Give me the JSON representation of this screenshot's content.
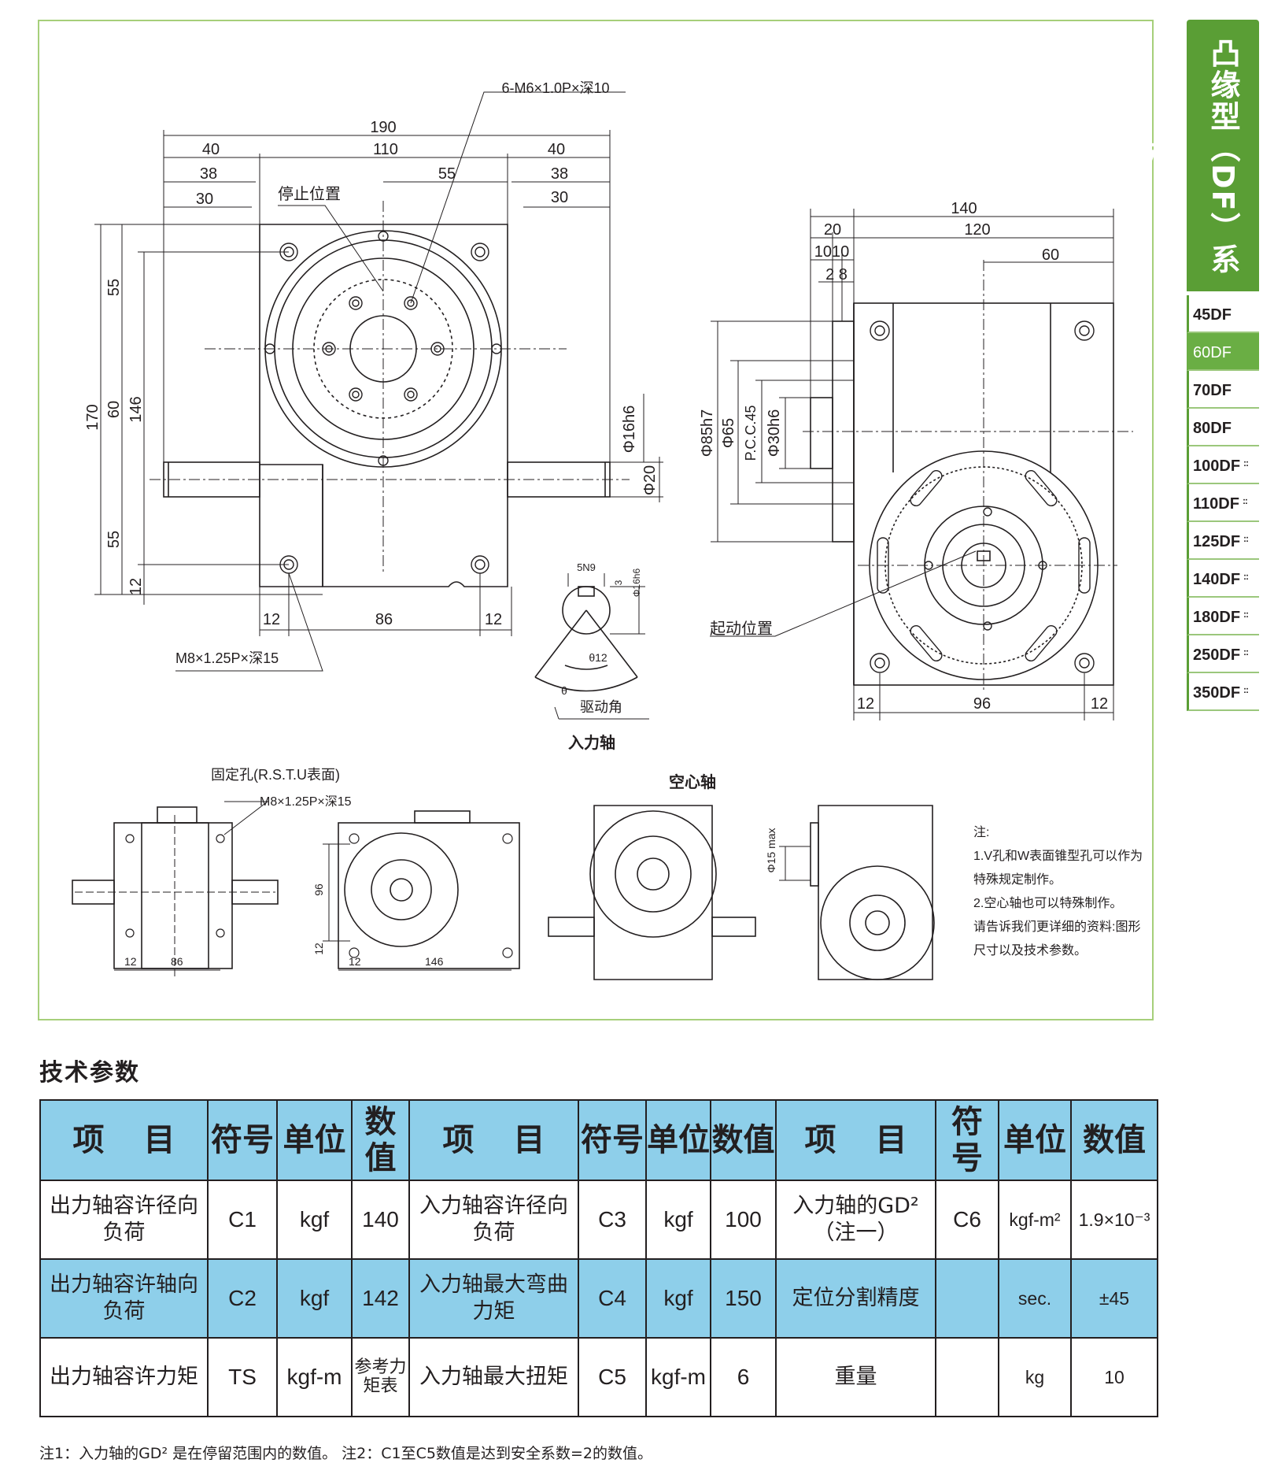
{
  "series": {
    "title": "凸缘型（DF）系列",
    "models": [
      {
        "label": "45DF",
        "active": false,
        "marked": false
      },
      {
        "label": "60DF",
        "active": true,
        "marked": false
      },
      {
        "label": "70DF",
        "active": false,
        "marked": false
      },
      {
        "label": "80DF",
        "active": false,
        "marked": false
      },
      {
        "label": "100DF",
        "active": false,
        "marked": true
      },
      {
        "label": "110DF",
        "active": false,
        "marked": true
      },
      {
        "label": "125DF",
        "active": false,
        "marked": true
      },
      {
        "label": "140DF",
        "active": false,
        "marked": true
      },
      {
        "label": "180DF",
        "active": false,
        "marked": true
      },
      {
        "label": "250DF",
        "active": false,
        "marked": true
      },
      {
        "label": "350DF",
        "active": false,
        "marked": true
      }
    ],
    "mark_glyph": "::"
  },
  "drawing": {
    "front": {
      "dims": [
        "190",
        "40",
        "110",
        "40",
        "38",
        "55",
        "38",
        "30",
        "30",
        "170",
        "55",
        "60",
        "146",
        "55",
        "12",
        "12",
        "86",
        "12",
        "Φ16h6",
        "Φ20"
      ],
      "tap_label": "6-M6×1.0P×深10",
      "stop_label": "停止位置",
      "bolt_label": "M8×1.25P×深15"
    },
    "side": {
      "dims": [
        "140",
        "20",
        "120",
        "10",
        "10",
        "2",
        "8",
        "60",
        "Φ85h7",
        "Φ65",
        "P.C.C.45",
        "Φ30h6",
        "12",
        "96",
        "12"
      ],
      "start_label": "起动位置"
    },
    "key": {
      "dims": [
        "5N9",
        "3",
        "Φ16h6",
        "θ12",
        "θ"
      ],
      "drive_angle_label": "驱动角",
      "title": "入力轴"
    },
    "bottom": {
      "fixing_label": "固定孔(R.S.T.U表面)",
      "bolt_label": "M8×1.25P×深15",
      "view1_dims": [
        "12",
        "86"
      ],
      "view2_dims": [
        "96",
        "12",
        "12",
        "146"
      ],
      "hollow_title": "空心轴",
      "hollow_dim": "Φ15 max"
    },
    "notes": {
      "head": "注:",
      "lines": [
        "1.V孔和W表面锥型孔可以作为",
        "特殊规定制作。",
        "2.空心轴也可以特殊制作。",
        "请告诉我们更详细的资料:图形",
        "尺寸以及技术参数。"
      ]
    }
  },
  "tech": {
    "title": "技术参数",
    "headers": {
      "item": "项 目",
      "sym": "符号",
      "unit": "单位",
      "val": "数值"
    },
    "rows": [
      [
        {
          "item": "出力轴容许径向负荷",
          "sym": "C1",
          "unit": "kgf",
          "val": "140"
        },
        {
          "item": "入力轴容许径向负荷",
          "sym": "C3",
          "unit": "kgf",
          "val": "100"
        },
        {
          "item": "入力轴的GD²（注一）",
          "sym": "C6",
          "unit": "kgf-m²",
          "val": "1.9×10⁻³"
        }
      ],
      [
        {
          "item": "出力轴容许轴向负荷",
          "sym": "C2",
          "unit": "kgf",
          "val": "142"
        },
        {
          "item": "入力轴最大弯曲力矩",
          "sym": "C4",
          "unit": "kgf",
          "val": "150"
        },
        {
          "item": "定位分割精度",
          "sym": "",
          "unit": "sec.",
          "val": "±45"
        }
      ],
      [
        {
          "item": "出力轴容许力矩",
          "sym": "TS",
          "unit": "kgf-m",
          "val": "参考力矩表"
        },
        {
          "item": "入力轴最大扭矩",
          "sym": "C5",
          "unit": "kgf-m",
          "val": "6"
        },
        {
          "item": "重量",
          "sym": "",
          "unit": "kg",
          "val": "10"
        }
      ]
    ]
  },
  "footnote": "注1：入力轴的GD² 是在停留范围内的数值。  注2：C1至C5数值是达到安全系数=2的数值。"
}
